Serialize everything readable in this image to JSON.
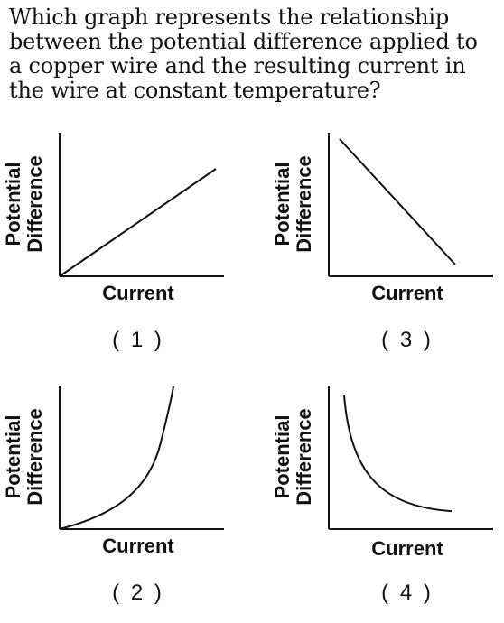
{
  "question": {
    "text": "Which graph represents the relationship between the potential difference applied to a copper wire and the resulting current in the wire at constant temperature?"
  },
  "graphs": [
    {
      "option": "( 1 )",
      "ylabel_line1": "Potential",
      "ylabel_line2": "Difference",
      "xlabel": "Current",
      "curve": "linear-increasing"
    },
    {
      "option": "( 2 )",
      "ylabel_line1": "Potential",
      "ylabel_line2": "Difference",
      "xlabel": "Current",
      "curve": "exponential-increasing"
    },
    {
      "option": "( 3 )",
      "ylabel_line1": "Potential",
      "ylabel_line2": "Difference",
      "xlabel": "Current",
      "curve": "linear-decreasing"
    },
    {
      "option": "( 4 )",
      "ylabel_line1": "Potential",
      "ylabel_line2": "Difference",
      "xlabel": "Current",
      "curve": "inverse-decreasing"
    }
  ]
}
